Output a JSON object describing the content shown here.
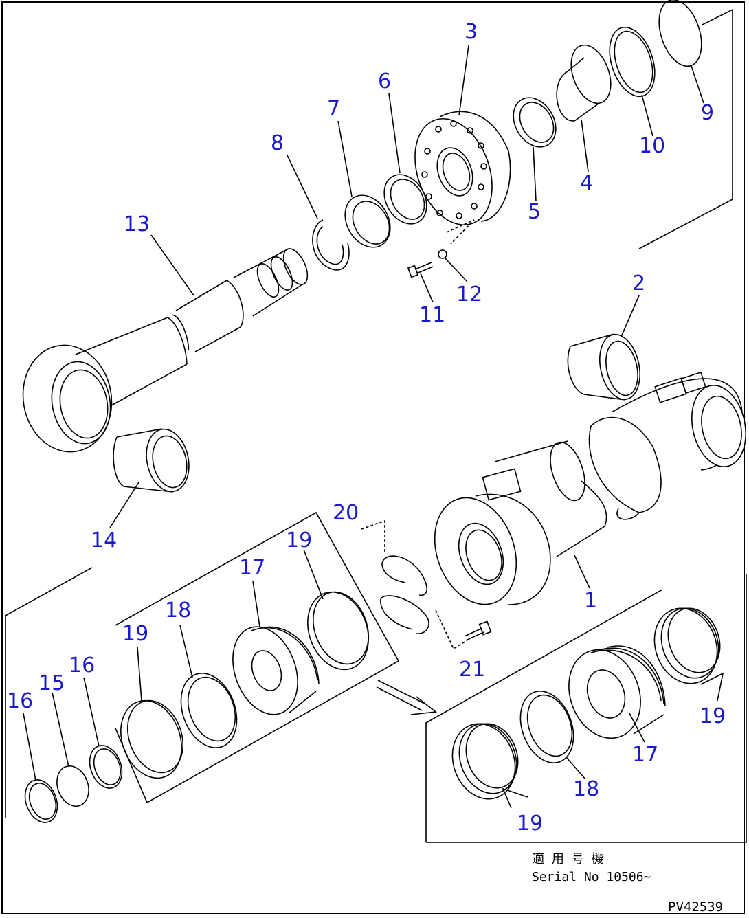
{
  "labels": {
    "p1": "1",
    "p2": "2",
    "p3": "3",
    "p4": "4",
    "p5": "5",
    "p6": "6",
    "p7": "7",
    "p8": "8",
    "p9": "9",
    "p10": "10",
    "p11": "11",
    "p12": "12",
    "p13": "13",
    "p14": "14",
    "p15": "15",
    "p16a": "16",
    "p16b": "16",
    "p17a": "17",
    "p17b": "17",
    "p18a": "18",
    "p18b": "18",
    "p19a": "19",
    "p19b": "19",
    "p19c": "19",
    "p19d": "19",
    "p20": "20",
    "p21": "21"
  },
  "caption": {
    "jp": "適 用 号 機",
    "serial": "Serial No 10506~"
  },
  "drawing_id": "PV42539"
}
